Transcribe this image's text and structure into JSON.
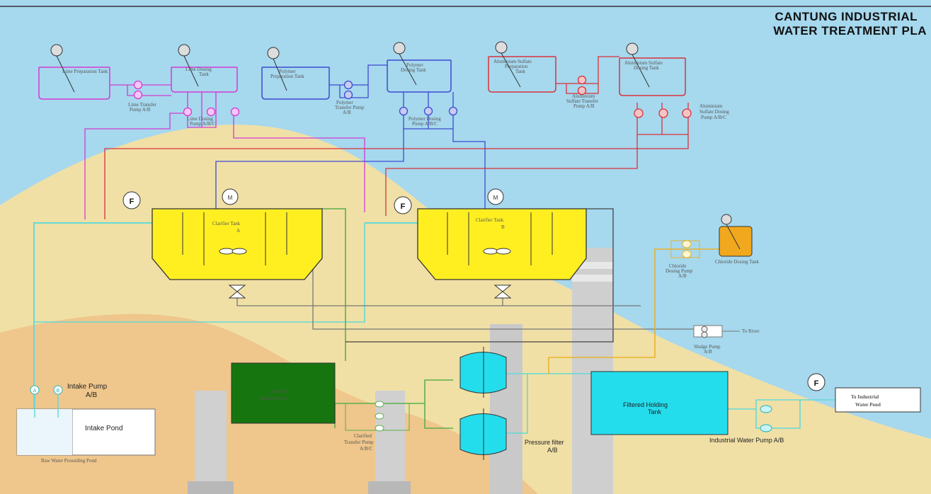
{
  "title": {
    "line1": "CANTUNG INDUSTRIAL",
    "line2": "WATER TREATMENT PLA"
  },
  "dosing": {
    "lime_prep_tank": "Lime Preparation Tank",
    "lime_transfer_pump": [
      "Lime Transfer",
      "Pump A/B"
    ],
    "lime_dosing_tank": [
      "Lime Dosing",
      "Tank"
    ],
    "lime_dosing_pump": [
      "Lime Dosing",
      "Pump A/B/C"
    ],
    "polymer_prep_tank": [
      "Polymer",
      "Preparation Tank"
    ],
    "polymer_transfer_pump": [
      "Polymer",
      "Transfer Pump",
      "A/B"
    ],
    "polymer_dosing_tank": [
      "Polymer",
      "Dosing Tank"
    ],
    "polymer_dosing_pump": [
      "Polymer Dosing",
      "Pump A/B/C"
    ],
    "alum_prep_tank": [
      "Aluminium Sulfate",
      "Preparation",
      "Tank"
    ],
    "alum_transfer_pump": [
      "Aluminium",
      "Sulfate Transfer",
      "Pump A/B"
    ],
    "alum_dosing_tank": [
      "Aluminium Sulfate",
      "Dosing Tank"
    ],
    "alum_dosing_pump": [
      "Aluminium",
      "Sulfate Dosing",
      "Pump A/B/C"
    ]
  },
  "main": {
    "clarifier_a": [
      "Clarifier Tank",
      "A"
    ],
    "clarifier_b": [
      "Clarifier Tank",
      "B"
    ],
    "flow_indicator": "F",
    "motor": "M",
    "chloride_pump": [
      "Chloride",
      "Dosing Pump",
      "A/B"
    ],
    "chloride_tank": "Chloride Dosing Tank",
    "sludge_pump": [
      "Sludge Pump",
      "A/B"
    ],
    "to_river": "To River",
    "intake_pump": [
      "Intake Pump",
      "A/B"
    ],
    "intake_pump_a": "A",
    "intake_pump_b": "B",
    "intake_pond": "Intake Pond",
    "raw_water_pond": "Raw Water Prossiding Pond",
    "clarified_holding_tank": [
      "Clarified",
      "Holding Tank"
    ],
    "clarified_transfer_pump": [
      "Clarified",
      "Transfer Pump",
      "A/B/C"
    ],
    "pressure_filter": [
      "Pressure filter",
      "A/B"
    ],
    "filtered_holding_tank": [
      "Filtered Holding",
      "Tank"
    ],
    "industrial_pump": "Industrial Water Pump A/B",
    "to_industrial": [
      "To Industrial",
      "Water Pond"
    ]
  },
  "colors": {
    "sky": "#a6d8ee",
    "sand": "#f0e0a6",
    "clay": "#efc187",
    "lime": "#d23cd2",
    "polymer": "#3d4bcf",
    "alum": "#d9323a",
    "clarifier": "#ffef21",
    "clarified_tank": "#17750f",
    "filtered_tank": "#24ddec",
    "chloride": "#f1a81e",
    "process_line": "#65d9d6"
  }
}
